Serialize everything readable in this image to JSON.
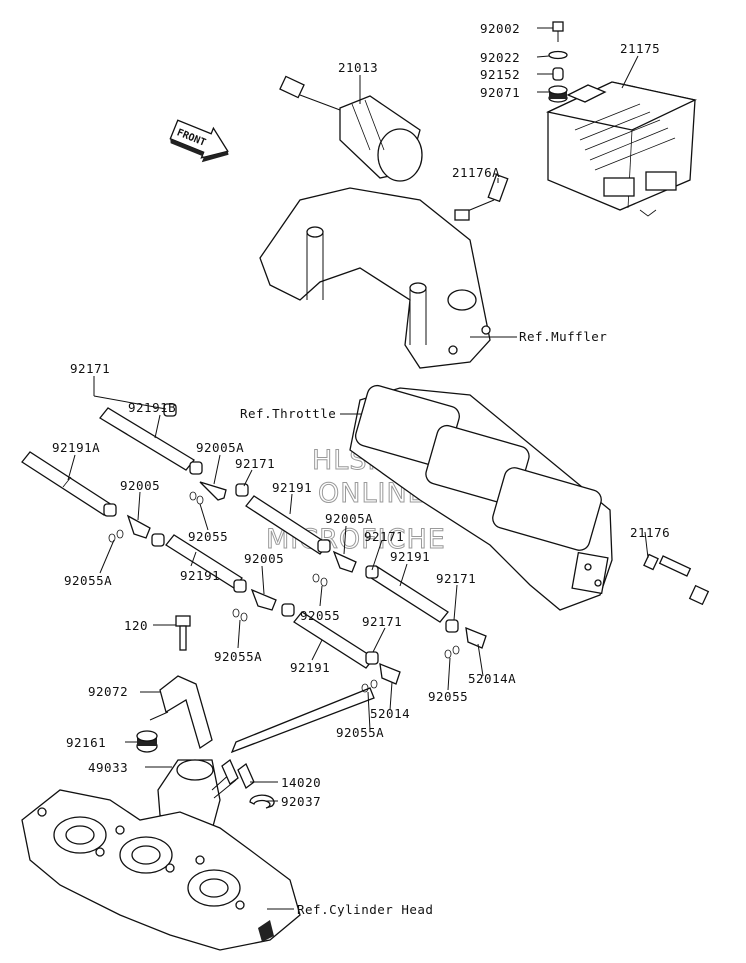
{
  "watermark": {
    "line1": "HLSM",
    "line2": "ONLINE",
    "line3": "MICROFICHE"
  },
  "front_arrow": {
    "label": "FRONT"
  },
  "labels": {
    "p92002": "92002",
    "p92022": "92022",
    "p92152": "92152",
    "p92071": "92071",
    "p21175": "21175",
    "p21013": "21013",
    "p21176A": "21176A",
    "ref_muffler": "Ref.Muffler",
    "p92171_a": "92171",
    "p92191B": "92191B",
    "ref_throttle": "Ref.Throttle",
    "p92191A": "92191A",
    "p92005A_a": "92005A",
    "p92171_b": "92171",
    "p92005_a": "92005",
    "p92191_a": "92191",
    "p92055_a": "92055",
    "p92005A_b": "92005A",
    "p92171_c": "92171",
    "p92055A_a": "92055A",
    "p92005_b": "92005",
    "p92191_b": "92191",
    "p21176": "21176",
    "p92191_c": "92191",
    "p92055_b": "92055",
    "p92171_d": "92171",
    "p120": "120",
    "p92055A_b": "92055A",
    "p92171_e": "92171",
    "p52014A": "52014A",
    "p92191_d": "92191",
    "p92055_c": "92055",
    "p92072": "92072",
    "p52014": "52014",
    "p92055A_c": "92055A",
    "p92161": "92161",
    "p49033": "49033",
    "p14020": "14020",
    "p92037": "92037",
    "ref_cylinder_head": "Ref.Cylinder Head"
  }
}
